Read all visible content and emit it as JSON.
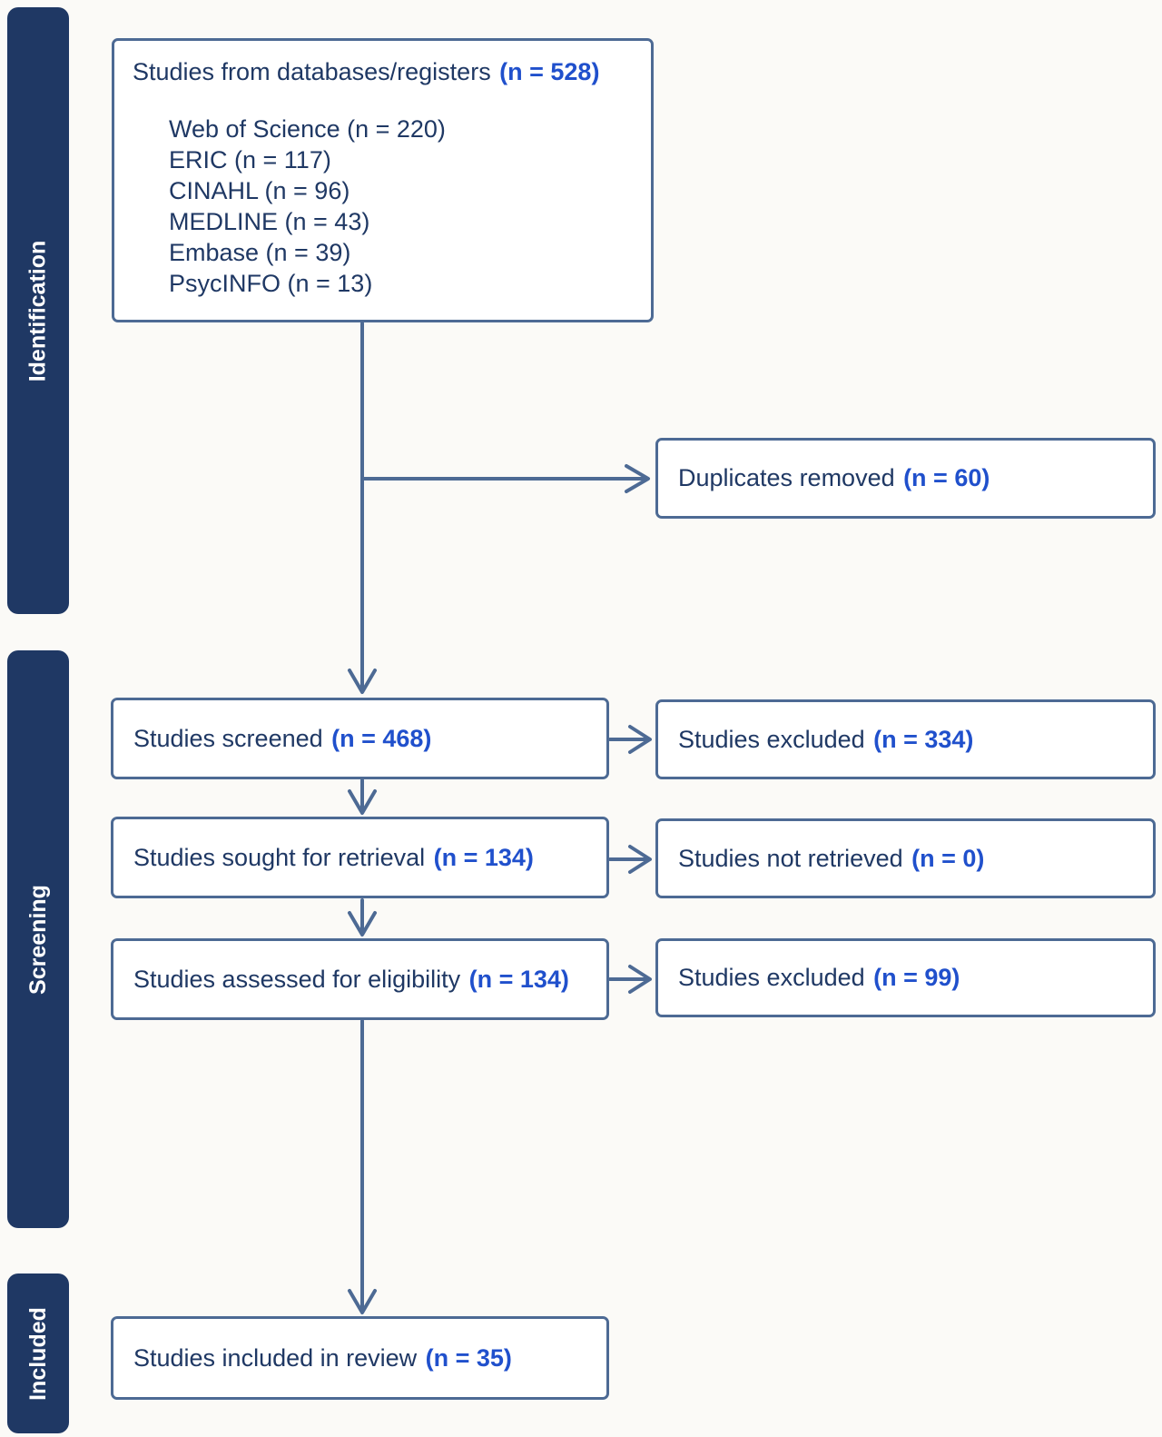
{
  "theme": {
    "sidebar_bg": "#1f3864",
    "box_border": "#4d6a94",
    "arrow": "#4d6a94",
    "text_dark": "#1f3864",
    "accent_blue": "#2050cc",
    "background": "#fbfaf7",
    "box_bg": "#ffffff"
  },
  "sidebar": {
    "sections": [
      {
        "label": "Identification"
      },
      {
        "label": "Screening"
      },
      {
        "label": "Included"
      }
    ]
  },
  "boxes": {
    "databases": {
      "title": "Studies from databases/registers",
      "n": "(n = 528)",
      "items": [
        "Web of Science (n = 220)",
        "ERIC (n = 117)",
        "CINAHL (n = 96)",
        "MEDLINE (n = 43)",
        "Embase (n = 39)",
        "PsycINFO (n = 13)"
      ]
    },
    "duplicates_removed": {
      "text": "Duplicates removed",
      "n": "(n = 60)"
    },
    "screened": {
      "text": "Studies screened",
      "n": "(n = 468)"
    },
    "excluded_screening": {
      "text": "Studies excluded",
      "n": "(n = 334)"
    },
    "sought": {
      "text": "Studies sought for retrieval",
      "n": "(n = 134)"
    },
    "not_retrieved": {
      "text": "Studies not retrieved",
      "n": "(n = 0)"
    },
    "assessed": {
      "text": "Studies assessed for eligibility",
      "n": "(n = 134)"
    },
    "excluded_eligibility": {
      "text": "Studies excluded",
      "n": "(n = 99)"
    },
    "included": {
      "text": "Studies included in review",
      "n": "(n = 35)"
    }
  }
}
